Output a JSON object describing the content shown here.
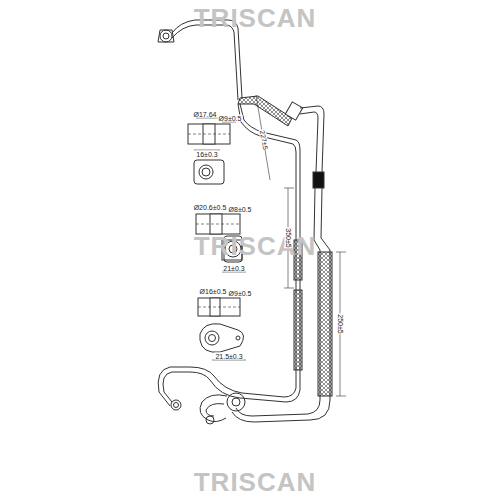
{
  "diagram": {
    "labels": [
      "TRISCAN",
      "TRISCAN",
      "TRISCAN",
      "Ø17.64",
      "Ø9±0.5",
      "16±0.3",
      "Ø20.6±0.5",
      "Ø8±0.5",
      "21±0.3",
      "Ø16±0.5",
      "Ø9±0.5",
      "21.5±0.3",
      "227±5",
      "350±5",
      "250±5"
    ]
  }
}
